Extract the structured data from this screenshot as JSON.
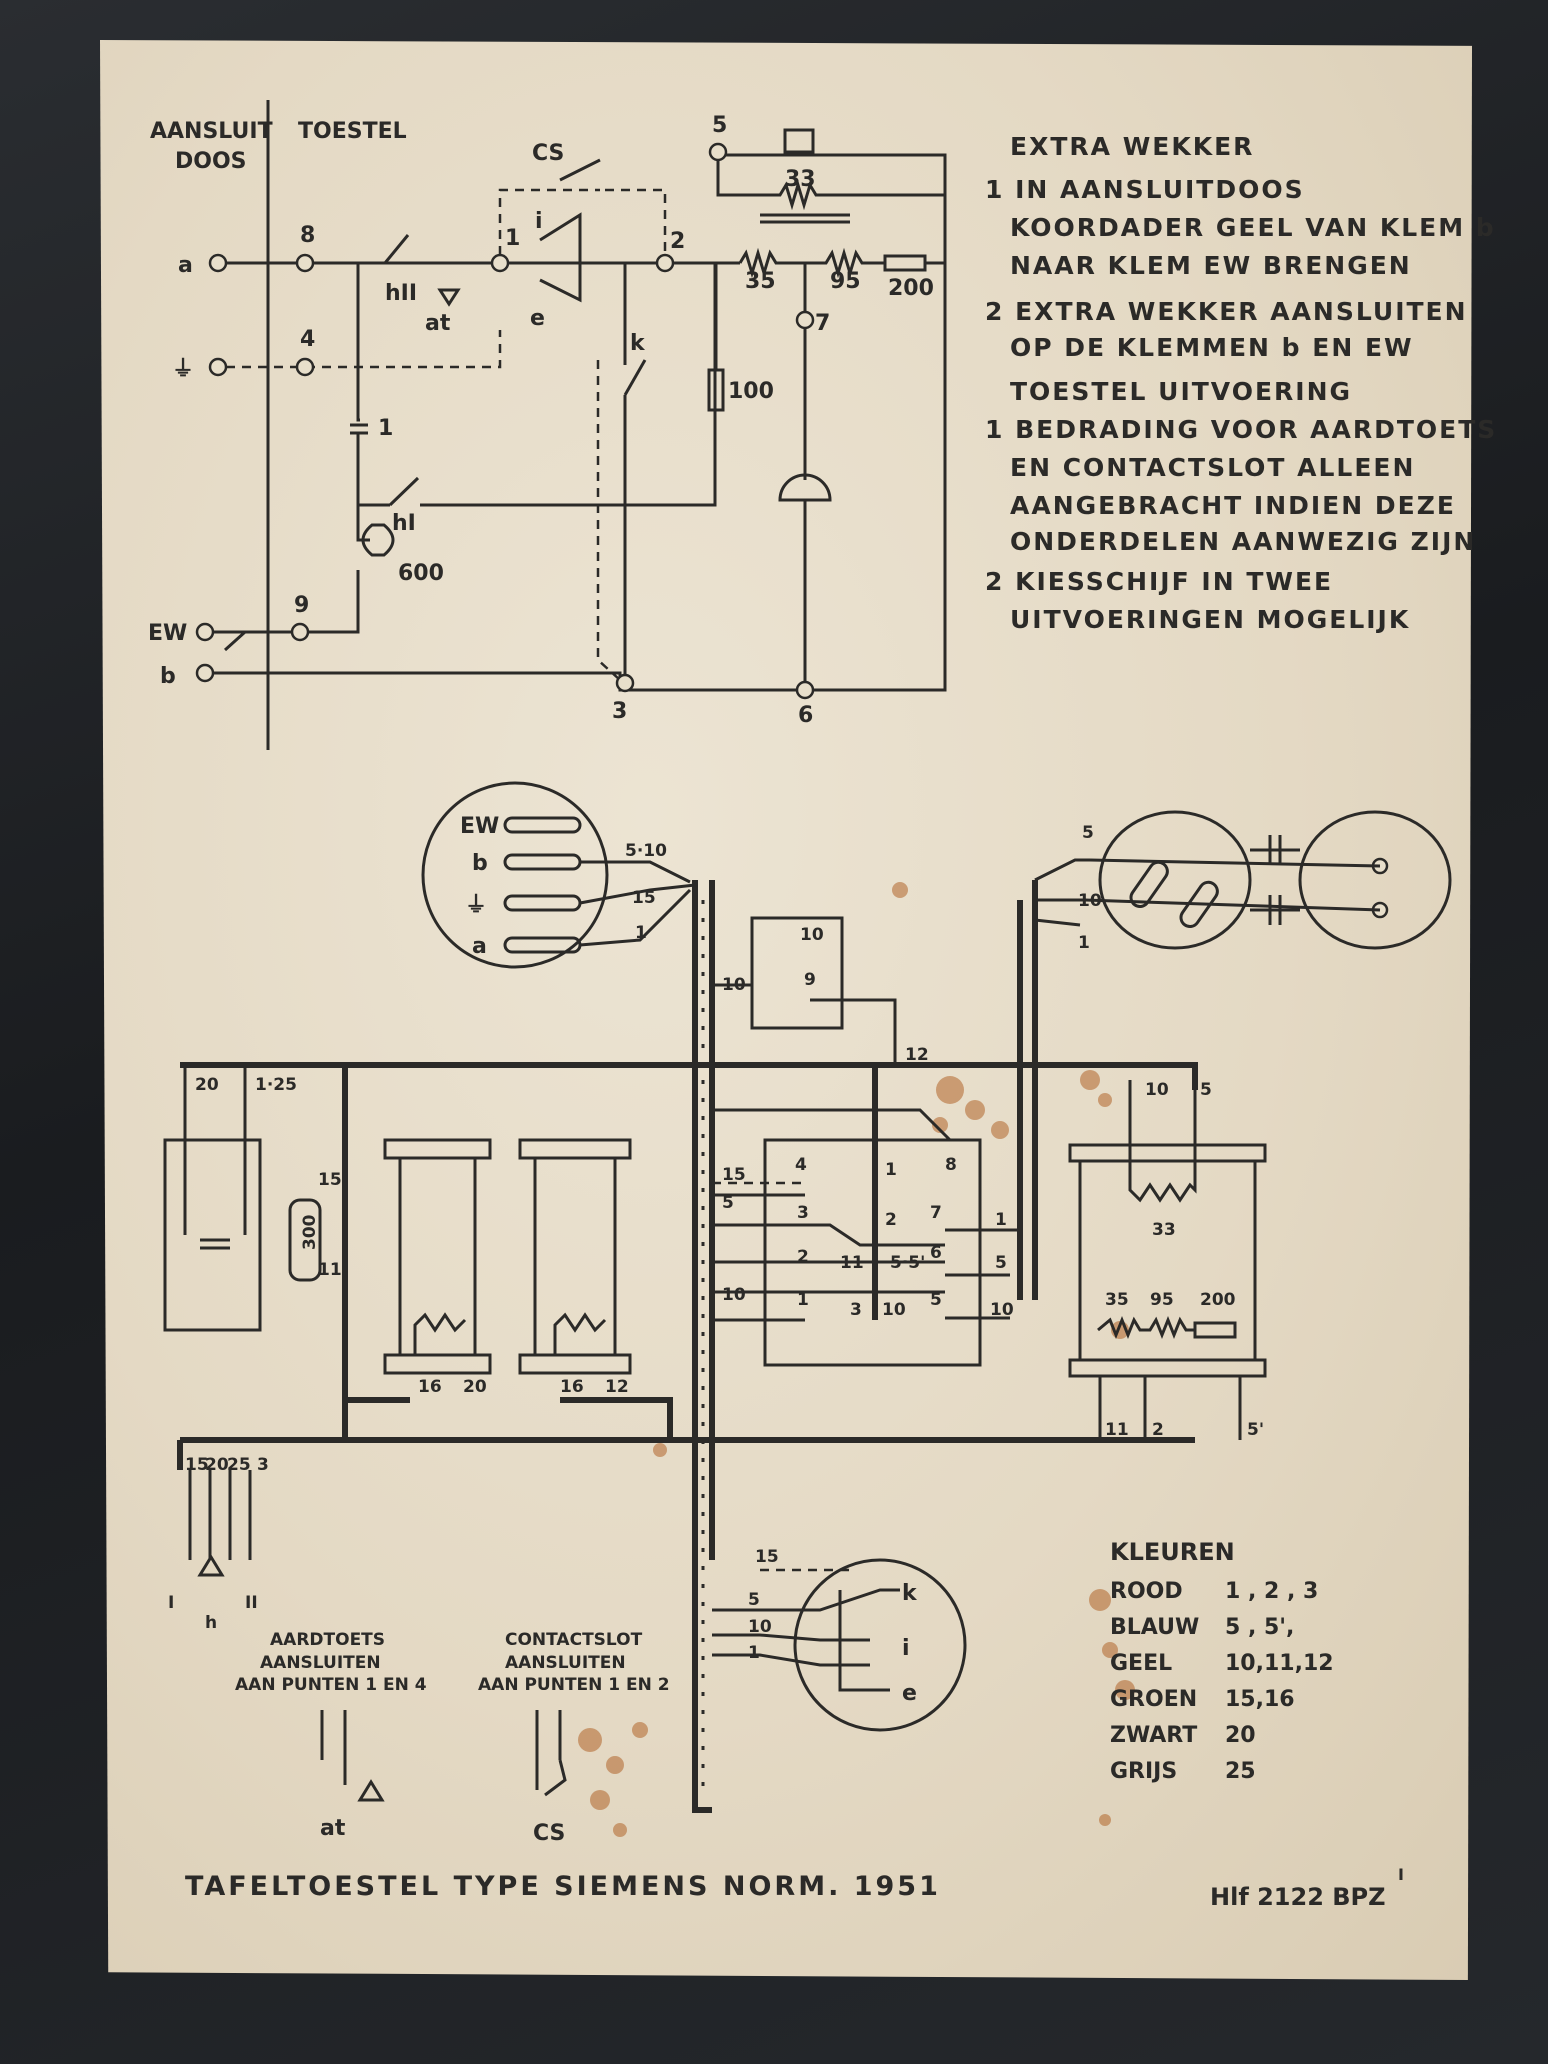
{
  "header": {
    "left_col": [
      "AANSLUIT",
      "DOOS"
    ],
    "right_col": "TOESTEL"
  },
  "notes": {
    "extra_wekker_title": "EXTRA WEKKER",
    "extra_wekker_items": [
      [
        "1 IN AANSLUITDOOS",
        "KOORDADER GEEL VAN KLEM b",
        "NAAR KLEM EW BRENGEN"
      ],
      [
        "2 EXTRA WEKKER AANSLUITEN",
        "OP DE KLEMMEN b EN EW"
      ]
    ],
    "uitvoering_title": "TOESTEL UITVOERING",
    "uitvoering_items": [
      [
        "1 BEDRADING VOOR AARDTOETS",
        "EN CONTACTSLOT ALLEEN",
        "AANGEBRACHT INDIEN DEZE",
        "ONDERDELEN AANWEZIG ZIJN"
      ],
      [
        "2 KIESSCHIJF IN TWEE",
        "UITVOERINGEN MOGELIJK"
      ]
    ]
  },
  "schematic": {
    "terminals_left": [
      "a",
      "⏚",
      "EW",
      "b"
    ],
    "terminal_numbers": [
      "8",
      "4",
      "9",
      "1",
      "2",
      "3",
      "5",
      "6",
      "7"
    ],
    "component_labels": [
      "CS",
      "hII",
      "hI",
      "at",
      "i",
      "e",
      "k",
      "1",
      "600"
    ],
    "resistor_values": [
      "33",
      "35",
      "95",
      "200",
      "100"
    ]
  },
  "wiring": {
    "socket_labels": [
      "EW",
      "b",
      "⏚",
      "a"
    ],
    "socket_pins": [
      "5·10",
      "15",
      "1"
    ],
    "coil_pins": [
      "10",
      "9",
      "10",
      "12"
    ],
    "panel_labels": [
      "20",
      "1·25",
      "15",
      "300",
      "11",
      "16",
      "20",
      "16",
      "12"
    ],
    "terminal_block": [
      "4",
      "8",
      "15",
      "5",
      "3",
      "1",
      "2",
      "7",
      "1",
      "11",
      "5·5'",
      "2",
      "6",
      "5",
      "10",
      "1",
      "3",
      "10",
      "5",
      "10"
    ],
    "bell_labels": [
      "5",
      "10",
      "1",
      "10",
      "5",
      "33"
    ],
    "resistor_row": [
      "35",
      "95",
      "200",
      "11",
      "2",
      "5'"
    ],
    "bottom_switch": [
      "15",
      "20",
      "25",
      "3",
      "I",
      "h",
      "II"
    ],
    "dial_labels": [
      "15",
      "5",
      "10",
      "1",
      "k",
      "i",
      "e"
    ]
  },
  "legend": {
    "aardtoets": [
      "AARDTOETS",
      "AANSLUITEN",
      "AAN PUNTEN 1 EN 4"
    ],
    "aardtoets_sym": "at",
    "contactslot": [
      "CONTACTSLOT",
      "AANSLUITEN",
      "AAN PUNTEN 1 EN 2"
    ],
    "contactslot_sym": "CS"
  },
  "kleuren": {
    "title": "KLEUREN",
    "rows": [
      {
        "name": "ROOD",
        "codes": "1 , 2 , 3"
      },
      {
        "name": "BLAUW",
        "codes": "5 , 5',"
      },
      {
        "name": "GEEL",
        "codes": "10,11,12"
      },
      {
        "name": "GROEN",
        "codes": "15,16"
      },
      {
        "name": "ZWART",
        "codes": "20"
      },
      {
        "name": "GRIJS",
        "codes": "25"
      }
    ]
  },
  "footer": {
    "title": "TAFELTOESTEL TYPE SIEMENS NORM. 1951",
    "code": "Hlf 2122 BPZ",
    "code_sup": "I"
  }
}
